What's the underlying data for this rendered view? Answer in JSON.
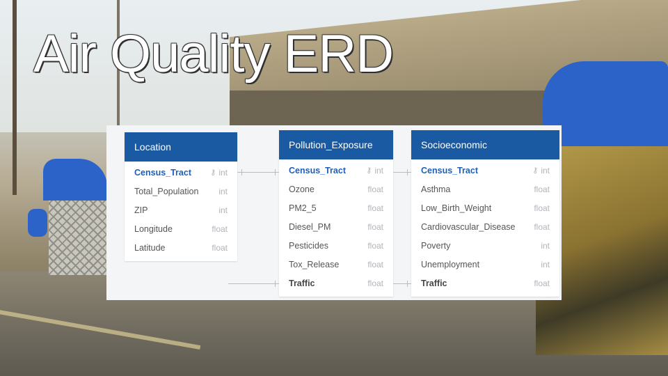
{
  "title": "Air Quality ERD",
  "colors": {
    "header": "#1a5aa2",
    "pk": "#1f5fb6"
  },
  "tables": [
    {
      "name": "Location",
      "columns": [
        {
          "name": "Census_Tract",
          "type": "int",
          "pk": true,
          "icon": "key-icon"
        },
        {
          "name": "Total_Population",
          "type": "int"
        },
        {
          "name": "ZIP",
          "type": "int"
        },
        {
          "name": "Longitude",
          "type": "float"
        },
        {
          "name": "Latitude",
          "type": "float"
        }
      ]
    },
    {
      "name": "Pollution_Exposure",
      "columns": [
        {
          "name": "Census_Tract",
          "type": "int",
          "pk": true,
          "icon": "key-icon"
        },
        {
          "name": "Ozone",
          "type": "float"
        },
        {
          "name": "PM2_5",
          "type": "float"
        },
        {
          "name": "Diesel_PM",
          "type": "float"
        },
        {
          "name": "Pesticides",
          "type": "float"
        },
        {
          "name": "Tox_Release",
          "type": "float"
        },
        {
          "name": "Traffic",
          "type": "float",
          "bold": true
        }
      ]
    },
    {
      "name": "Socioeconomic",
      "columns": [
        {
          "name": "Census_Tract",
          "type": "int",
          "pk": true,
          "icon": "key-icon"
        },
        {
          "name": "Asthma",
          "type": "float"
        },
        {
          "name": "Low_Birth_Weight",
          "type": "float"
        },
        {
          "name": "Cardiovascular_Disease",
          "type": "float"
        },
        {
          "name": "Poverty",
          "type": "int"
        },
        {
          "name": "Unemployment",
          "type": "int"
        },
        {
          "name": "Traffic",
          "type": "float",
          "bold": true
        }
      ]
    }
  ]
}
